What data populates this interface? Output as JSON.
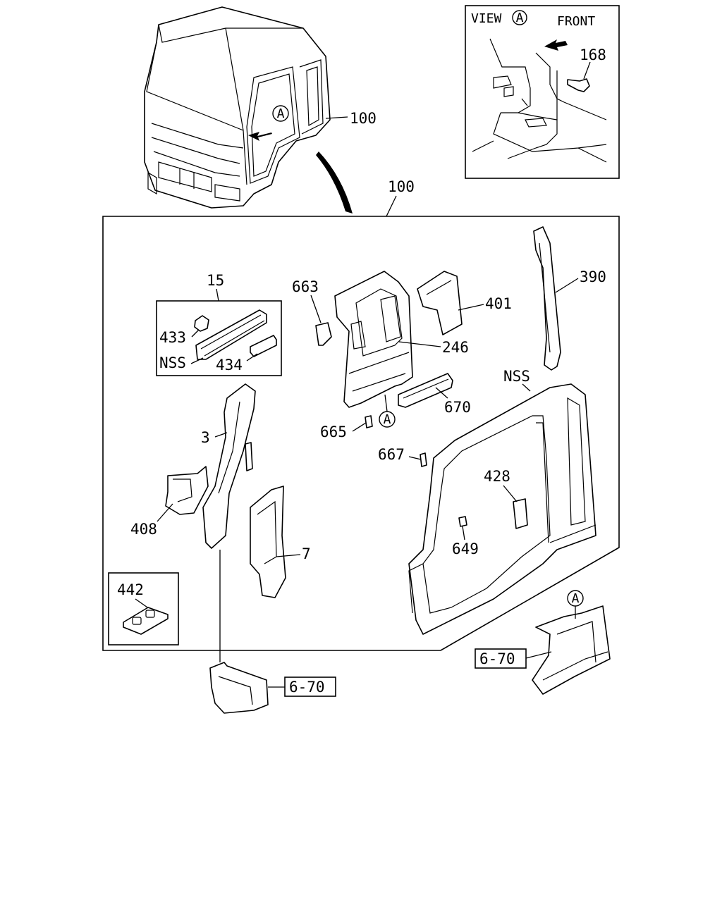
{
  "view": {
    "title": "VIEW",
    "marker": "A",
    "front_label": "FRONT"
  },
  "labels": {
    "l100_top": "100",
    "l100_main": "100",
    "l168": "168",
    "l15": "15",
    "l433": "433",
    "l434": "434",
    "lnss_kit": "NSS",
    "l663": "663",
    "l246": "246",
    "l401": "401",
    "l390": "390",
    "l670": "670",
    "l665": "665",
    "l667": "667",
    "lnss_panel": "NSS",
    "l428": "428",
    "l649": "649",
    "l3": "3",
    "l408": "408",
    "l7": "7",
    "l442": "442",
    "ref_a": "6-70",
    "ref_b": "6-70"
  },
  "markers": {
    "cab": "A",
    "panel": "A",
    "floor": "A"
  }
}
